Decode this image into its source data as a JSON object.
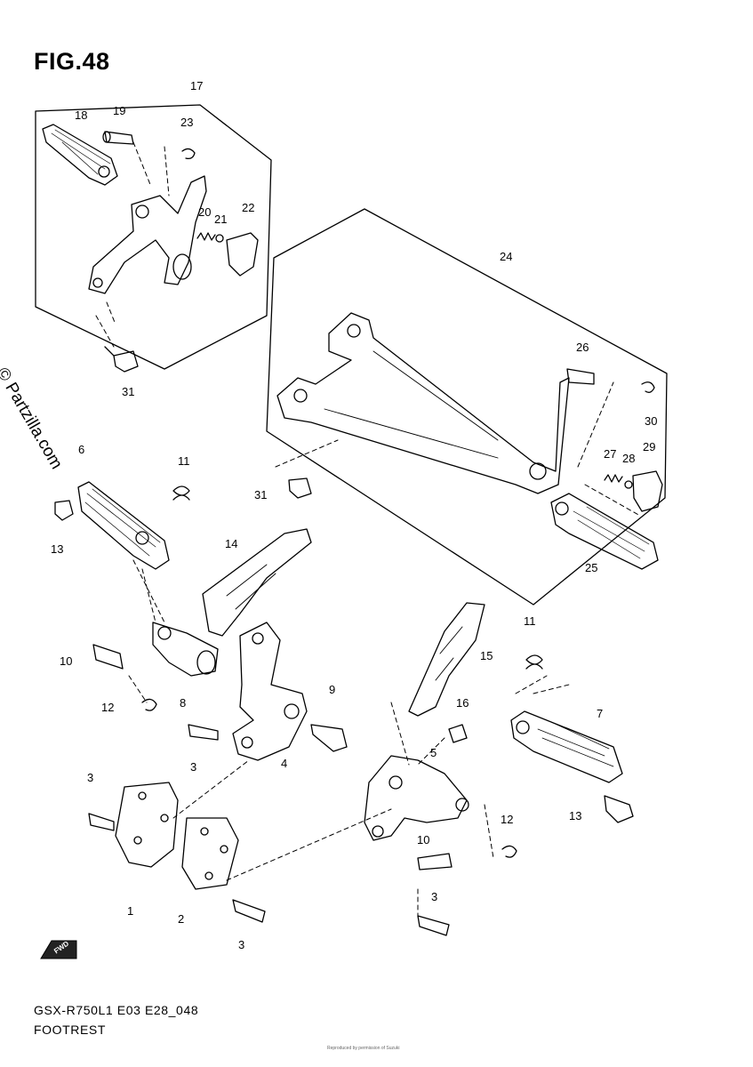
{
  "figure_title": "FIG.48",
  "watermark": "© Partzilla.com",
  "fwd_label": "FWD",
  "footer": {
    "model_code": "GSX-R750L1 E03 E28_048",
    "section": "FOOTREST"
  },
  "fine_print": "Reproduced by permission of Suzuki",
  "callouts": [
    "17",
    "18",
    "19",
    "23",
    "20",
    "21",
    "22",
    "31",
    "24",
    "26",
    "30",
    "27",
    "28",
    "29",
    "25",
    "31",
    "6",
    "11",
    "13",
    "14",
    "10",
    "12",
    "8",
    "9",
    "3",
    "4",
    "15",
    "11",
    "16",
    "5",
    "7",
    "3",
    "13",
    "12",
    "10",
    "1",
    "2",
    "3",
    "3"
  ]
}
